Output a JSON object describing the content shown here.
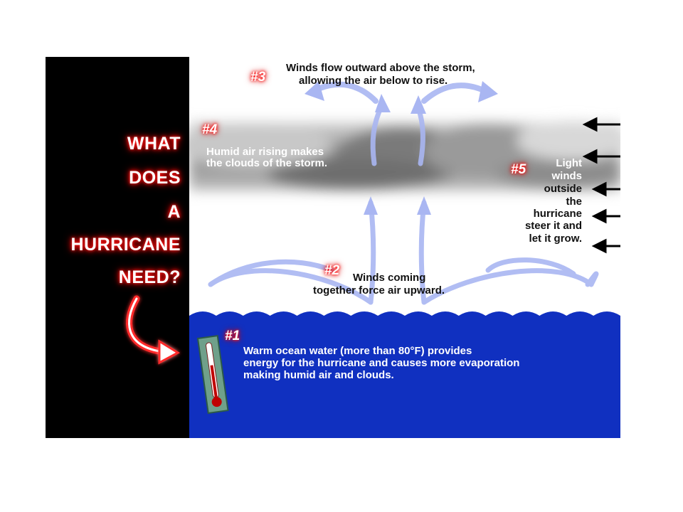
{
  "question": [
    "WHAT",
    "DOES",
    "A",
    "HURRICANE",
    "NEED?"
  ],
  "steps": {
    "s1": {
      "badge": "#1",
      "lines": [
        "Warm ocean water (more than 80°F) provides",
        "energy for the hurricane and causes more evaporation",
        "making humid air and clouds."
      ]
    },
    "s2": {
      "badge": "#2",
      "lines": [
        "Winds coming",
        "together force air upward."
      ]
    },
    "s3": {
      "badge": "#3",
      "lines": [
        "Winds flow outward above the storm,",
        "allowing the air below to rise."
      ]
    },
    "s4": {
      "badge": "#4",
      "lines": [
        "Humid air rising makes",
        "the clouds of the storm."
      ]
    },
    "s5": {
      "badge": "#5",
      "lines": [
        "Light",
        "winds",
        "outside",
        "the",
        "hurricane",
        "steer it and",
        "let it grow."
      ]
    }
  },
  "colors": {
    "ocean": "#1030c0",
    "panel": "#000000",
    "glow": "#ff0000",
    "arrow": "#a9b6f2",
    "thermometer": "#6fa08a"
  }
}
